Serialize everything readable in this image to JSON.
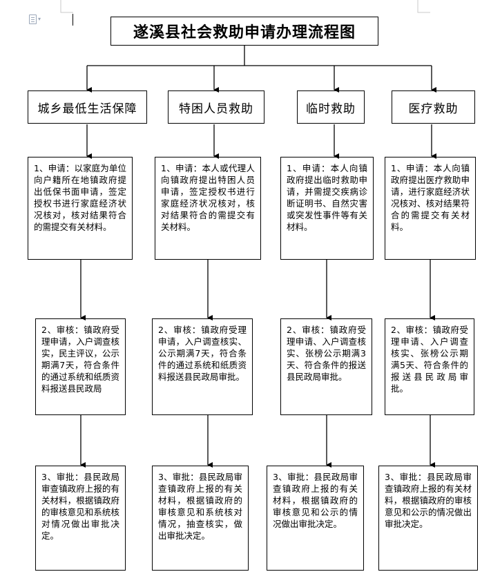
{
  "title": "遂溪县社会救助申请办理流程图",
  "columns": [
    {
      "heading": "城乡最低生活保障",
      "steps": [
        "1、申请：以家庭为单位向户籍所在地镇政府提出低保书面申请，签定授权书进行家庭经济状况核对，核对结果符合的需提交有关材料。",
        "2、审核：镇政府受理申请，入户调查核实，民主评议，公示期满7天，符合条件的通过系统和纸质资料报送县民政局",
        "3、审批：县民政局审查镇政府上报的有关材料，根据镇政府的审核意见和系统核对情况做出审批决定。"
      ]
    },
    {
      "heading": "特困人员救助",
      "steps": [
        "1、申请：本人或代理人向镇政府提出特困人员申请，签定授权书进行家庭经济状况核对，核对结果符合的需提交有关材料。",
        "2、审核：镇政府受理申请，入户调查核实、公示期满7天，符合条件的通过系统和纸质资料报送县民政局审批。",
        "3、审批：县民政局审查镇政府上报的有关材料，根据镇政府的审核意见和系统核对情况，抽查核实，做出审批决定。"
      ]
    },
    {
      "heading": "临时救助",
      "steps": [
        "1、申请：本人向镇政府提出临时救助申请，并需提交疾病诊断证明书、自然灾害或突发性事件等有关材料。",
        "2、审核：镇政府受理申请、入户调查核实、张榜公示期满3天、符合条件的报送县民政局审批。",
        "3、审批：县民政局审查镇政府上报的有关材料，根据镇政府的审核意见和公示的情况做出审批决定。"
      ]
    },
    {
      "heading": "医疗救助",
      "steps": [
        "1、申请：本人向镇政府提出医疗救助申请，进行家庭经济状况核对、核对结果符合的需提交有关材料。",
        "2、审核：镇政府受理申请、入户调查核实、张榜公示期满5天、符合条件的报送县民政局审批。",
        "3、审批：县民政局审查镇政府上报的有关材料，根据镇政府的审核意见和公示的情况做出审批决定。"
      ]
    }
  ]
}
